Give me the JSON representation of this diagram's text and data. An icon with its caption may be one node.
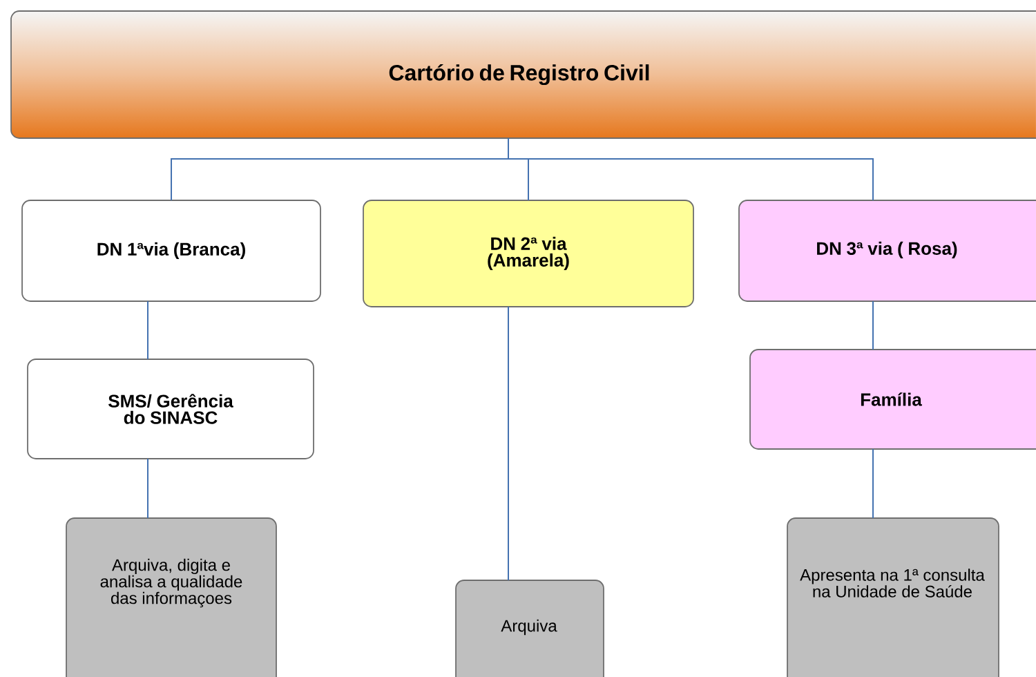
{
  "diagram": {
    "nodes": [
      {
        "text": [
          "Cartório de Registro Civil"
        ]
      },
      {
        "text": [
          "DN 1ªvia (Branca)"
        ]
      },
      {
        "text": [
          "DN 2ª via (Amarela)"
        ]
      },
      {
        "text": [
          "DN 3ª via ( Rosa)"
        ]
      },
      {
        "text": [
          "SMS/ Gerência do SINASC"
        ]
      },
      {
        "text": [
          "Família"
        ]
      },
      {
        "text": [
          "Arquiva, digita e analisa a qualidade das informaçoes"
        ]
      },
      {
        "text": [
          "Arquiva"
        ]
      },
      {
        "text": [
          "Apresenta na 1ª consulta na Unidade de Saúde"
        ]
      }
    ],
    "edges": [
      {
        "from": 0,
        "to": 1,
        "arrow": "none"
      },
      {
        "from": 0,
        "to": 2,
        "arrow": "none"
      },
      {
        "from": 0,
        "to": 3,
        "arrow": "none"
      },
      {
        "from": 1,
        "to": 4,
        "arrow": "none"
      },
      {
        "from": 3,
        "to": 5,
        "arrow": "none"
      },
      {
        "from": 4,
        "to": 6,
        "arrow": "none"
      },
      {
        "from": 2,
        "to": 7,
        "arrow": "none"
      },
      {
        "from": 5,
        "to": 8,
        "arrow": "none"
      }
    ]
  }
}
